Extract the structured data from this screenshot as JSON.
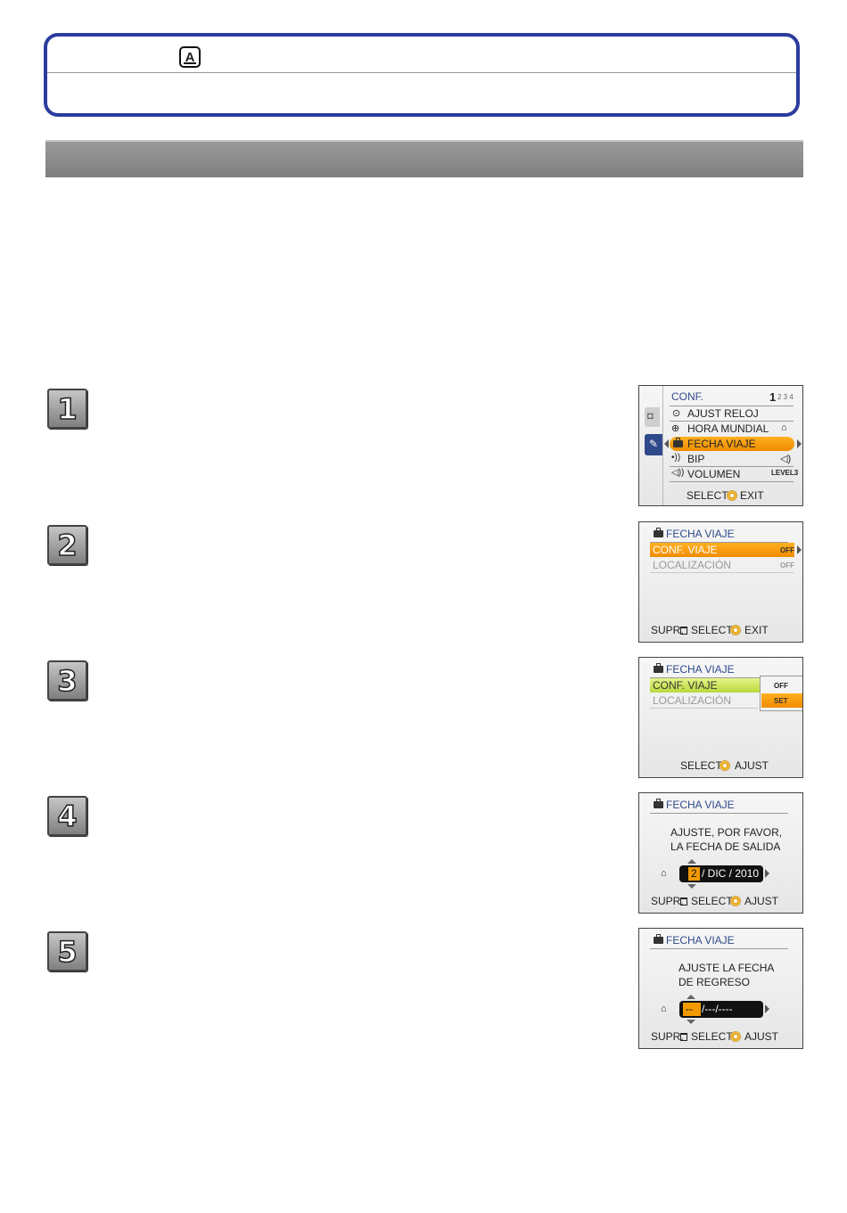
{
  "steps": [
    "1",
    "2",
    "3",
    "4",
    "5"
  ],
  "screens": {
    "s1": {
      "title": "CONF.",
      "page_current": "1",
      "page_rest": "2 3 4",
      "items": [
        {
          "label": "AJUST RELOJ",
          "value": "",
          "icon": "clock-icon",
          "glyph": "Ⓒ"
        },
        {
          "label": "HORA MUNDIAL",
          "value": "⌂",
          "icon": "globe-icon",
          "glyph": "⊕"
        },
        {
          "label": "FECHA VIAJE",
          "value": "",
          "icon": "suitcase-icon",
          "glyph": ""
        },
        {
          "label": "BIP",
          "value": "🔉",
          "icon": "beep-icon",
          "glyph": "•))"
        },
        {
          "label": "VOLUMEN",
          "value": "LEVEL3",
          "icon": "speaker-icon",
          "glyph": "◁)"
        }
      ],
      "footer_select": "SELECT",
      "footer_exit": "EXIT"
    },
    "s2": {
      "title": "FECHA VIAJE",
      "row1_label": "CONF. VIAJE",
      "row1_value": "OFF",
      "row2_label": "LOCALIZACIÓN",
      "row2_value": "OFF",
      "footer_del": "SUPR.",
      "footer_select": "SELECT",
      "footer_exit": "EXIT"
    },
    "s3": {
      "title": "FECHA VIAJE",
      "row1_label": "CONF. VIAJE",
      "row2_label": "LOCALIZACIÓN",
      "opt_off": "OFF",
      "opt_set": "SET",
      "footer_select": "SELECT",
      "footer_adjust": "AJUST"
    },
    "s4": {
      "title": "FECHA VIAJE",
      "msg1": "AJUSTE, POR FAVOR,",
      "msg2": "LA FECHA DE SALIDA",
      "day": "2",
      "rest": "/ DIC / 2010",
      "footer_del": "SUPR.",
      "footer_select": "SELECT",
      "footer_adjust": "AJUST"
    },
    "s5": {
      "title": "FECHA VIAJE",
      "msg1": "AJUSTE LA FECHA",
      "msg2": "DE REGRESO",
      "day": "--",
      "rest": "/---/----",
      "footer_del": "SUPR.",
      "footer_select": "SELECT",
      "footer_adjust": "AJUST"
    }
  }
}
